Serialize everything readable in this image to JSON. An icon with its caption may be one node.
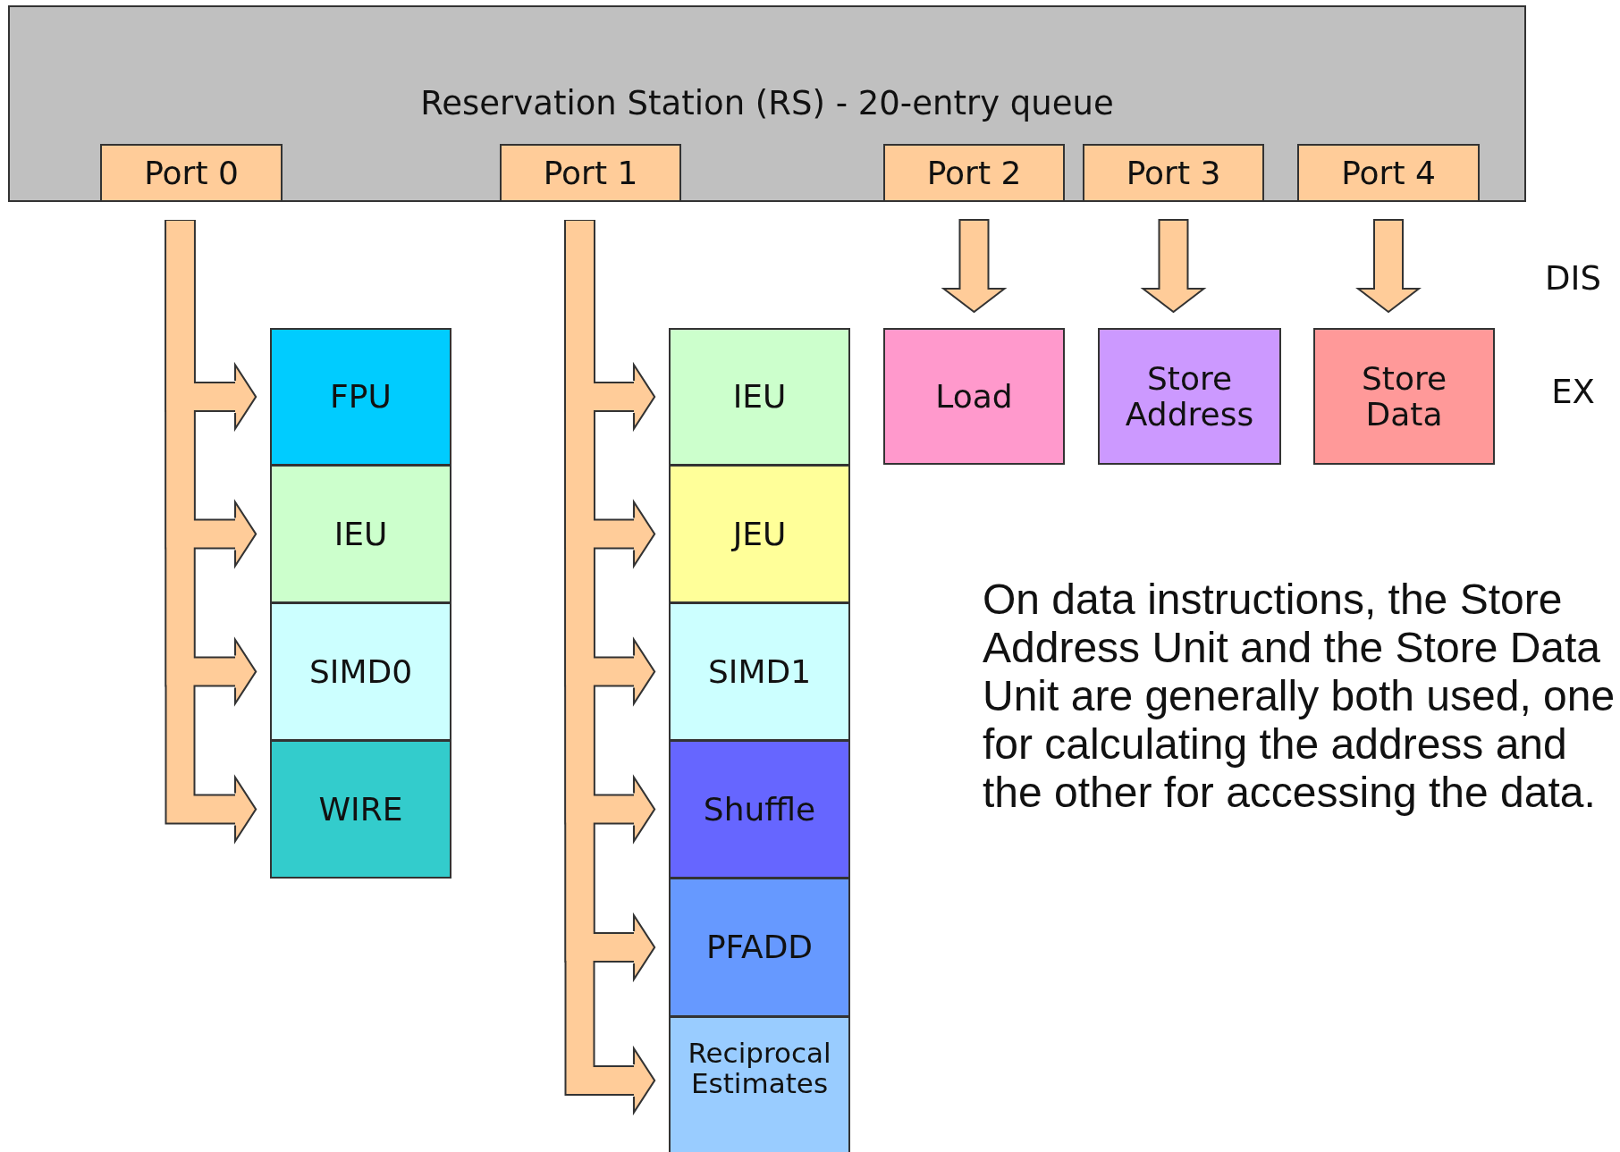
{
  "diagram": {
    "nodes": [
      {
        "text": [
          "Reservation Station (RS) - 20-entry queue"
        ]
      },
      {
        "text": [
          "Port 0"
        ],
        "in": 0
      },
      {
        "text": [
          "Port 1"
        ],
        "in": 0
      },
      {
        "text": [
          "Port 2"
        ],
        "in": 0
      },
      {
        "text": [
          "Port 3"
        ],
        "in": 0
      },
      {
        "text": [
          "Port 4"
        ],
        "in": 0
      },
      {
        "text": [
          "FPU"
        ]
      },
      {
        "text": [
          "IEU"
        ]
      },
      {
        "text": [
          "SIMD0"
        ]
      },
      {
        "text": [
          "WIRE"
        ]
      },
      {
        "text": [
          "IEU"
        ]
      },
      {
        "text": [
          "JEU"
        ]
      },
      {
        "text": [
          "SIMD1"
        ]
      },
      {
        "text": [
          "Shuffle"
        ]
      },
      {
        "text": [
          "PFADD"
        ]
      },
      {
        "text": [
          "Reciprocal Estimates"
        ]
      },
      {
        "text": [
          "Load"
        ]
      },
      {
        "text": [
          "Store Address"
        ]
      },
      {
        "text": [
          "Store Data"
        ]
      }
    ],
    "edges": [
      {
        "from": 1,
        "to": 6,
        "arrow": "to"
      },
      {
        "from": 1,
        "to": 7,
        "arrow": "to"
      },
      {
        "from": 1,
        "to": 8,
        "arrow": "to"
      },
      {
        "from": 1,
        "to": 9,
        "arrow": "to"
      },
      {
        "from": 2,
        "to": 10,
        "arrow": "to"
      },
      {
        "from": 2,
        "to": 11,
        "arrow": "to"
      },
      {
        "from": 2,
        "to": 12,
        "arrow": "to"
      },
      {
        "from": 2,
        "to": 13,
        "arrow": "to"
      },
      {
        "from": 2,
        "to": 14,
        "arrow": "to"
      },
      {
        "from": 2,
        "to": 15,
        "arrow": "to"
      },
      {
        "from": 3,
        "to": 16,
        "arrow": "to"
      },
      {
        "from": 4,
        "to": 17,
        "arrow": "to"
      },
      {
        "from": 5,
        "to": 18,
        "arrow": "to"
      }
    ],
    "labels": [
      "DIS",
      "EX",
      "On data instructions, the Store Address Unit and the Store Data Unit are generally both used, one for calculating the address and the other for accessing the data."
    ]
  }
}
